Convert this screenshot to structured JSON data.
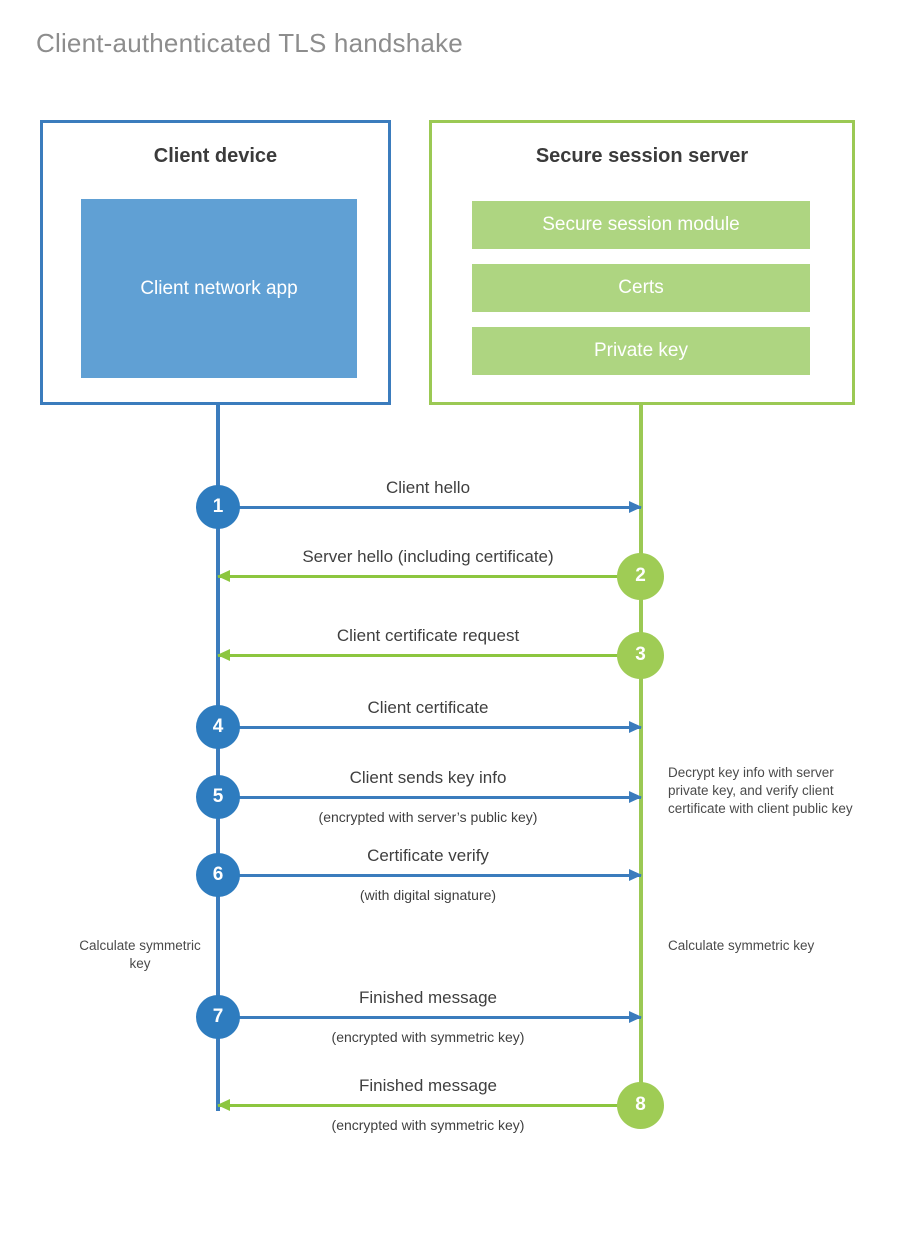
{
  "title": "Client-authenticated TLS handshake",
  "colors": {
    "client_blue": "#3B7CBD",
    "client_circle_blue": "#2E7CBF",
    "client_app_fill": "#60A0D4",
    "server_green": "#9BC954",
    "server_circle_green": "#9FCC55",
    "server_bar_fill": "#AED581",
    "arrow_green": "#8CC63F",
    "title_gray": "#8d8d8d",
    "text_gray": "#3f3f3f"
  },
  "client": {
    "title": "Client device",
    "app_label": "Client network app"
  },
  "server": {
    "title": "Secure session server",
    "components": [
      "Secure session module",
      "Certs",
      "Private key"
    ]
  },
  "steps": [
    {
      "number": "1",
      "origin": "client",
      "direction": "to-server",
      "label": "Client hello",
      "sublabel": ""
    },
    {
      "number": "2",
      "origin": "server",
      "direction": "to-client",
      "label": "Server hello (including certificate)",
      "sublabel": ""
    },
    {
      "number": "3",
      "origin": "server",
      "direction": "to-client",
      "label": "Client certificate request",
      "sublabel": ""
    },
    {
      "number": "4",
      "origin": "client",
      "direction": "to-server",
      "label": "Client certificate",
      "sublabel": ""
    },
    {
      "number": "5",
      "origin": "client",
      "direction": "to-server",
      "label": "Client sends key info",
      "sublabel": "(encrypted with server’s public key)"
    },
    {
      "number": "6",
      "origin": "client",
      "direction": "to-server",
      "label": "Certificate verify",
      "sublabel": "(with digital signature)"
    },
    {
      "number": "7",
      "origin": "client",
      "direction": "to-server",
      "label": "Finished message",
      "sublabel": "(encrypted with symmetric key)"
    },
    {
      "number": "8",
      "origin": "server",
      "direction": "to-client",
      "label": "Finished message",
      "sublabel": "(encrypted with symmetric key)"
    }
  ],
  "annotations": {
    "server_decrypt": "Decrypt key info with server private key, and verify client certificate with client public key",
    "client_calculate": "Calculate symmetric key",
    "server_calculate": "Calculate symmetric key"
  }
}
